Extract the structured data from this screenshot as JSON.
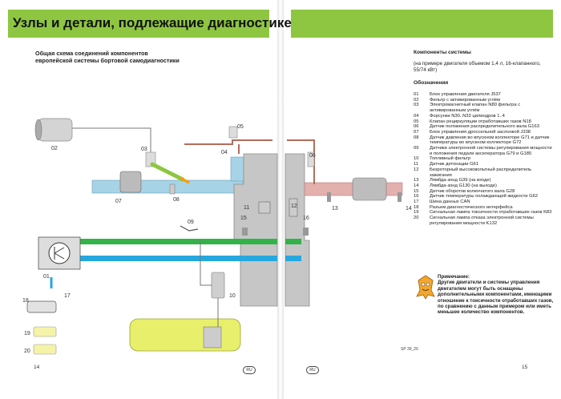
{
  "header": {
    "title": "Узлы и детали, подлежащие диагностике"
  },
  "diagram": {
    "title": "Общая схема соединений компонентов европейской системы бортовой самодиагностики",
    "labels": {
      "l01": "01",
      "l02": "02",
      "l03": "03",
      "l04": "04",
      "l05": "05",
      "l06": "06",
      "l07": "07",
      "l08": "08",
      "l09": "09",
      "l10": "10",
      "l11": "11",
      "l12": "12",
      "l13": "13",
      "l14": "14",
      "l15": "15",
      "l16": "16",
      "l17": "17",
      "l18": "18",
      "l19": "19",
      "l20": "20"
    },
    "ref": "SP 39_26"
  },
  "right": {
    "heading": "Компоненты системы",
    "subtitle": "(на примере двигателя объемом 1,4 л, 16-клапанного, 55/74 кВт)",
    "legend_heading": "Обозначения",
    "legend": [
      {
        "n": "01",
        "t": "Блок управления двигателя J537"
      },
      {
        "n": "02",
        "t": "Фильтр с активированным углём"
      },
      {
        "n": "03",
        "t": "Электромагнитный клапан N80 фильтра с активированным углём"
      },
      {
        "n": "04",
        "t": "Форсунки N30..N33 цилиндров 1..4"
      },
      {
        "n": "05",
        "t": "Клапан рециркуляции отработавших газов N18"
      },
      {
        "n": "06",
        "t": "Датчик положения распределительного вала G163"
      },
      {
        "n": "07",
        "t": "Блок управления дроссельной заслонкой J338"
      },
      {
        "n": "08",
        "t": "Датчик давления во впускном коллекторе G71 и датчик температуры во впускном коллекторе G72"
      },
      {
        "n": "09",
        "t": "Датчики электронной системы регулирования мощности и положения педали акселератора G79 и G185"
      },
      {
        "n": "10",
        "t": "Топливный фильтр"
      },
      {
        "n": "11",
        "t": "Датчик детонации G61"
      },
      {
        "n": "12",
        "t": "Безроторный высоковольтный распределитель зажигания"
      },
      {
        "n": "13",
        "t": "Лямбда-зонд G39 (на входе)"
      },
      {
        "n": "14",
        "t": "Лямбда-зонд G130 (на выходе)"
      },
      {
        "n": "15",
        "t": "Датчик оборотов коленчатого вала G28"
      },
      {
        "n": "16",
        "t": "Датчик температуры охлаждающей жидкости G62"
      },
      {
        "n": "17",
        "t": "Шина данных CAN"
      },
      {
        "n": "18",
        "t": "Разъем диагностического интерфейса"
      },
      {
        "n": "19",
        "t": "Сигнальная лампа токсичности отработавших газов K83"
      },
      {
        "n": "20",
        "t": "Сигнальная лампа отказа электронной системы регулирования мощности K132"
      }
    ],
    "note_title": "Примечание:",
    "note_text": "Другие двигатели и системы управления двигателем могут быть оснащены дополнительными компонентами, имеющими отношение к токсичности отработавших газов, по сравнению с данным примером или иметь меньшее количество компонентов."
  },
  "footer": {
    "left_page": "14",
    "right_page": "15",
    "lang_left": "RU",
    "lang_right": "RU"
  },
  "colors": {
    "header": "#8ec641",
    "intake": "#a7d3e6",
    "cable_green": "#33b249",
    "cable_blue": "#26a8df",
    "fuel_tank": "#e8ef6a"
  }
}
